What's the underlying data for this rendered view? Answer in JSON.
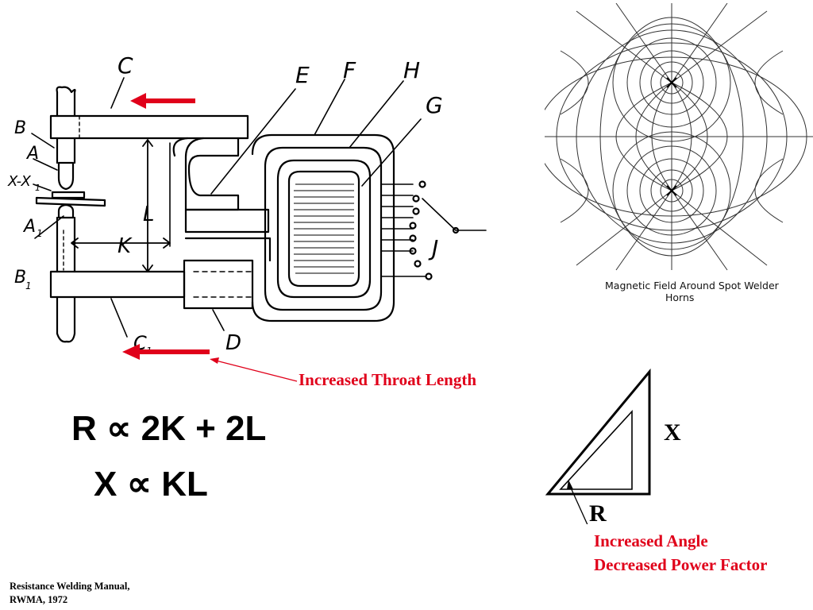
{
  "diagram": {
    "labels": {
      "c": "C",
      "b": "B",
      "a": "A",
      "xx": "X-X",
      "xx_sub": "1",
      "a1": "A",
      "a1_sub": "1",
      "b1": "B",
      "b1_sub": "1",
      "k": "K",
      "l": "L",
      "e": "E",
      "f": "F",
      "h": "H",
      "g": "G",
      "j": "J",
      "c1": "C",
      "c1_sub": "1",
      "d": "D"
    },
    "throat_caption": "Increased Throat Length"
  },
  "formulas": {
    "resistance": "R ∝ 2K + 2L",
    "reactance": "X ∝ KL"
  },
  "magnetic_field": {
    "caption_line1": "Magnetic Field Around Spot Welder",
    "caption_line2": "Horns"
  },
  "triangle": {
    "x_label": "X",
    "r_label": "R",
    "caption_line1": "Increased Angle",
    "caption_line2": "Decreased Power Factor"
  },
  "citation": {
    "line1": "Resistance Welding Manual,",
    "line2": "RWMA, 1972"
  },
  "colors": {
    "accent_red": "#e0001a",
    "ink": "#000000"
  }
}
